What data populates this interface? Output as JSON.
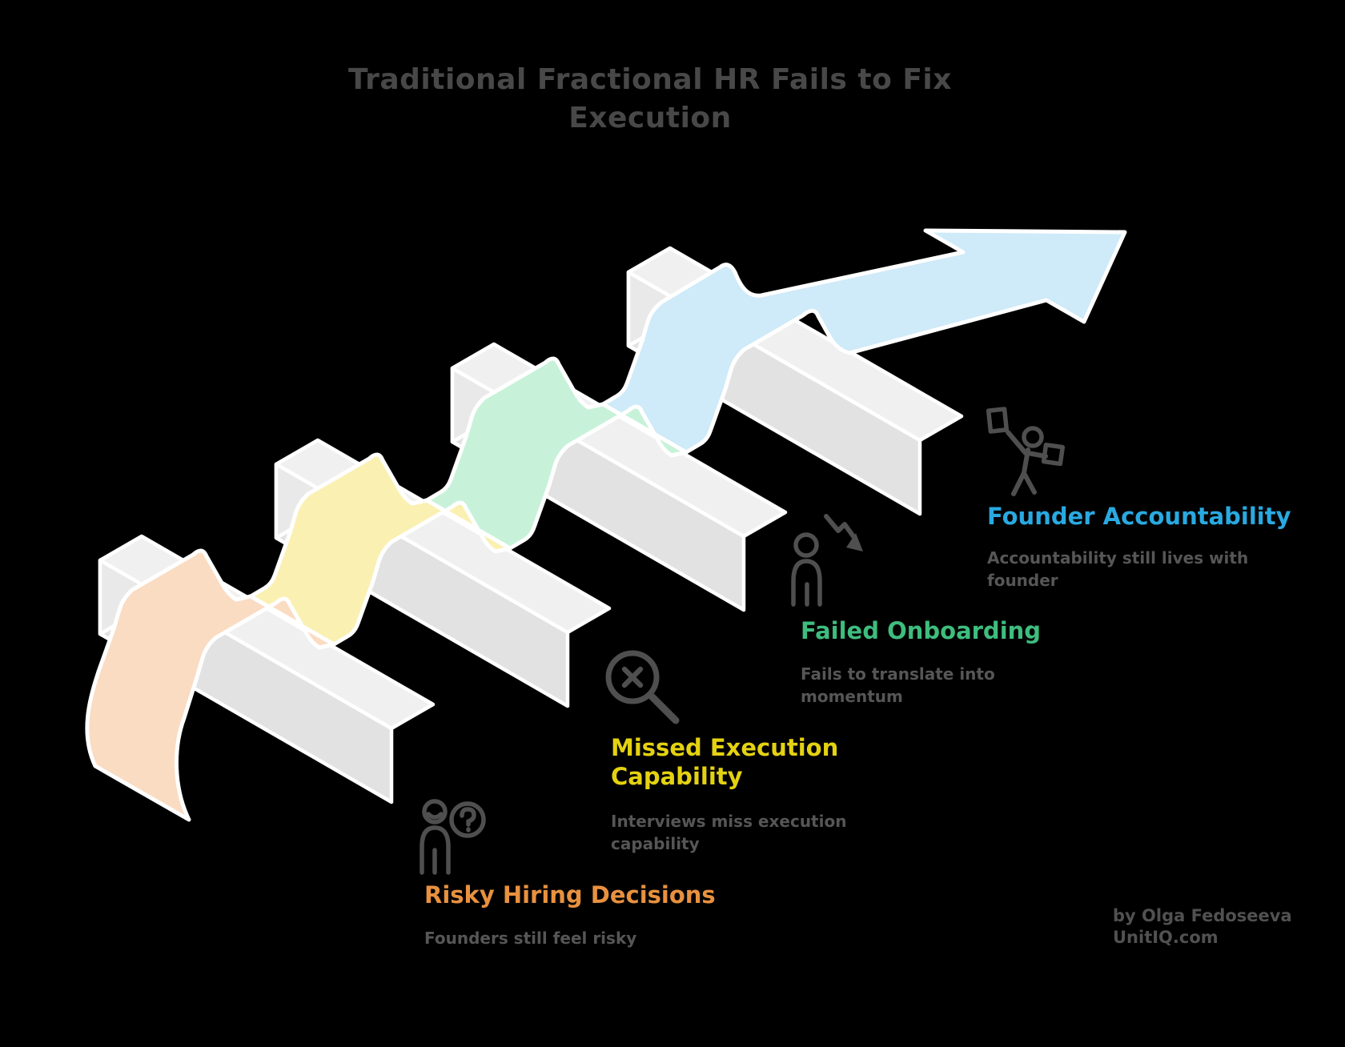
{
  "title": "Traditional Fractional HR Fails to Fix Execution",
  "stages": [
    {
      "label": "Risky Hiring Decisions",
      "description": "Founders still feel risky",
      "label_color": "#e8913f",
      "ribbon_color": "#fadcc3",
      "icon": "person-question-icon"
    },
    {
      "label": "Missed Execution Capability",
      "description": "Interviews miss execution capability",
      "label_color": "#e4d211",
      "ribbon_color": "#faf0b2",
      "icon": "magnifier-x-icon"
    },
    {
      "label": "Failed Onboarding",
      "description": "Fails to translate into momentum",
      "label_color": "#3ebd7e",
      "ribbon_color": "#c7f2d9",
      "icon": "person-decline-icon"
    },
    {
      "label": "Founder Accountability",
      "description": "Accountability still lives with founder",
      "label_color": "#29a9e1",
      "ribbon_color": "#cfeaf8",
      "icon": "founder-juggling-icon"
    }
  ],
  "attribution": {
    "line1": "by Olga Fedoseeva",
    "line2": "UnitIQ.com"
  },
  "colors": {
    "background": "#000000",
    "title_text": "#484848",
    "subtitle_text": "#565656",
    "icon_stroke": "#4f4f4f",
    "block_top": "#f0f0f0",
    "block_front": "#e2e2e2",
    "block_side": "#e9e9e9",
    "outline": "#ffffff"
  }
}
